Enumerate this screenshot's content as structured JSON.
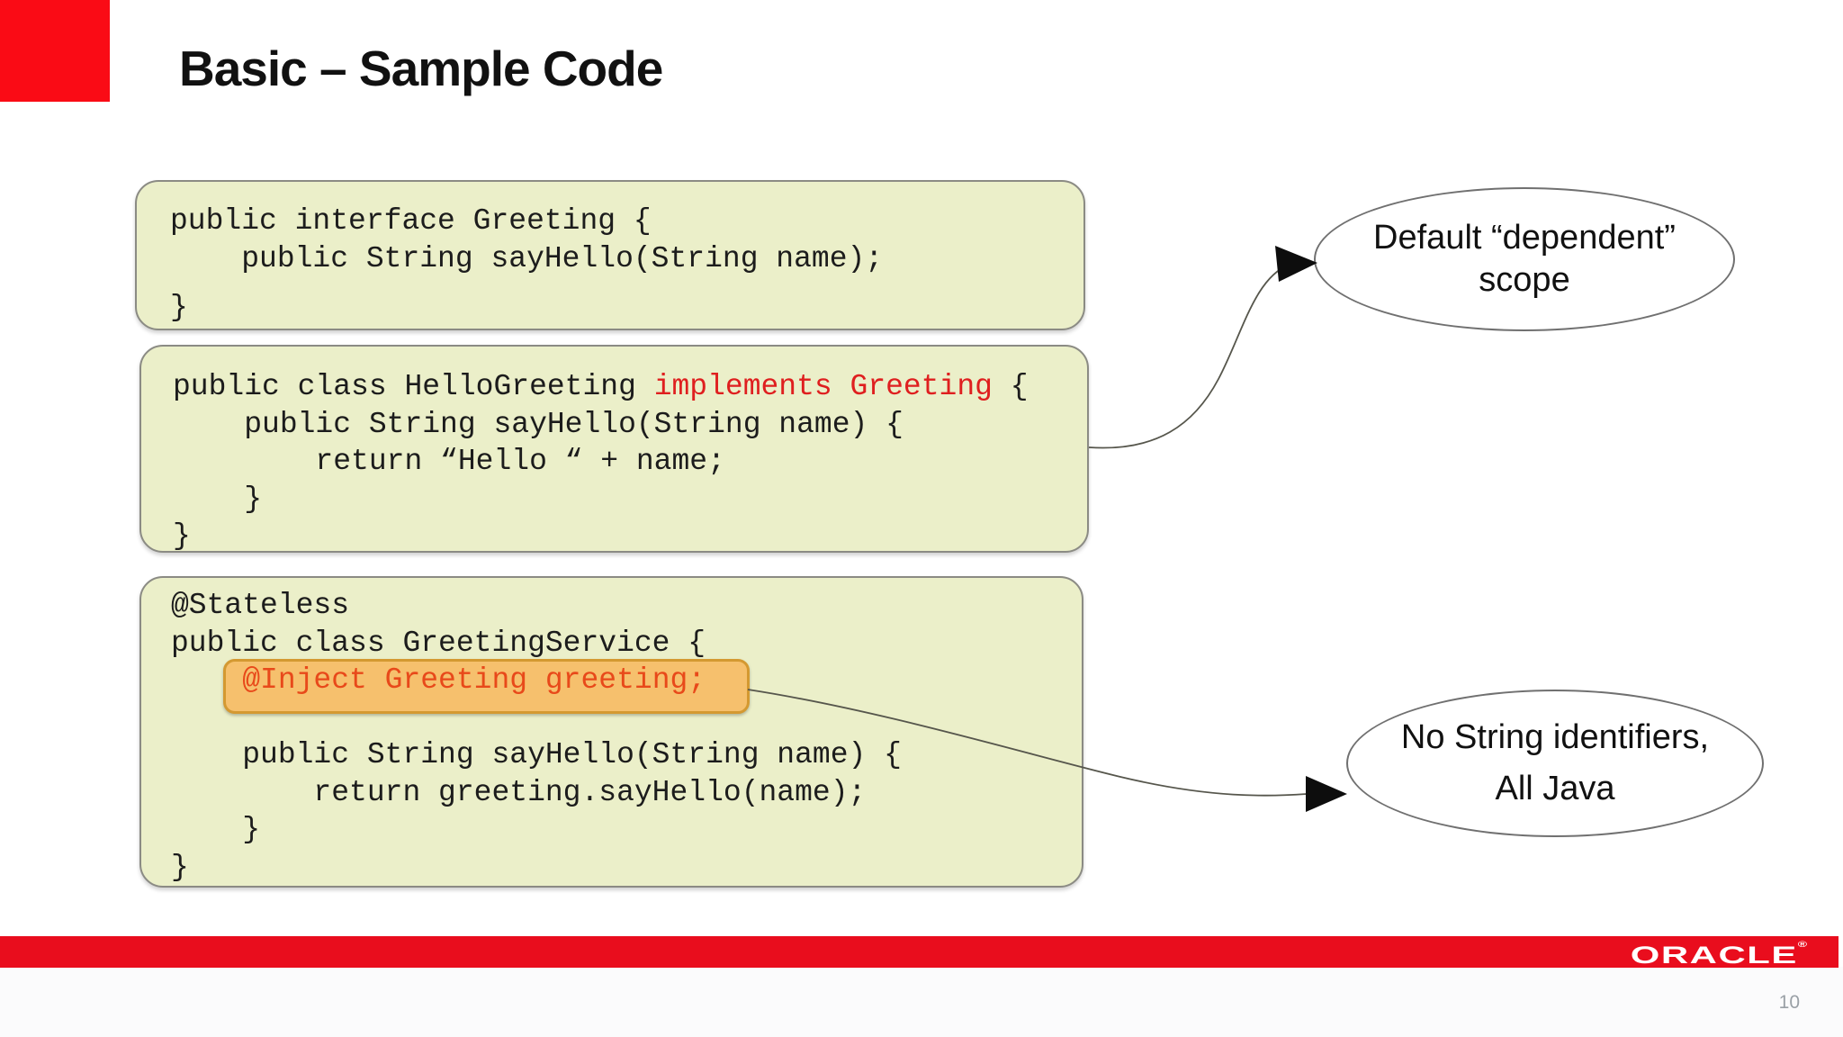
{
  "slide": {
    "title": "Basic – Sample Code",
    "page_number": "10",
    "brand": {
      "logo_text": "ORACLE",
      "registered_mark": "®"
    },
    "colors": {
      "corner_square_red": "#fa0b15",
      "footer_bar_red": "#e90d1d",
      "code_box_bg": "#ebefc9",
      "code_box_border": "#8b8b84",
      "keyword_red": "#df1f1f",
      "inject_text_orange": "#e8491a",
      "highlight_bg": "#f6c06d",
      "highlight_border": "#d49931",
      "connector_gray": "#56564c",
      "page_number_gray": "#9aa0a6"
    }
  },
  "code_blocks": [
    {
      "name": "greeting-interface",
      "lines": [
        {
          "segs": [
            {
              "t": "public interface Greeting {"
            }
          ]
        },
        {
          "segs": [
            {
              "t": "    public String sayHello(String name);"
            }
          ]
        },
        {
          "gap": true,
          "segs": [
            {
              "t": "}"
            }
          ]
        }
      ]
    },
    {
      "name": "hello-greeting-class",
      "lines": [
        {
          "segs": [
            {
              "t": "public class HelloGreeting "
            },
            {
              "t": "implements Greeting",
              "c": "k"
            },
            {
              "t": " {"
            }
          ]
        },
        {
          "segs": [
            {
              "t": "    public String sayHello(String name) {"
            }
          ]
        },
        {
          "segs": [
            {
              "t": "        return “Hello “ + name;"
            }
          ]
        },
        {
          "segs": [
            {
              "t": "    }"
            }
          ]
        },
        {
          "segs": [
            {
              "t": "}"
            }
          ]
        }
      ]
    },
    {
      "name": "greeting-service-class",
      "lines": [
        {
          "segs": [
            {
              "t": "@Stateless"
            }
          ]
        },
        {
          "segs": [
            {
              "t": "public class GreetingService {"
            }
          ]
        },
        {
          "segs": [
            {
              "t": "    "
            },
            {
              "t": "@Inject Greeting greeting;",
              "c": "i"
            }
          ]
        },
        {
          "segs": [
            {
              "t": ""
            }
          ]
        },
        {
          "segs": [
            {
              "t": "    public String sayHello(String name) {"
            }
          ]
        },
        {
          "segs": [
            {
              "t": "        return greeting.sayHello(name);"
            }
          ]
        },
        {
          "segs": [
            {
              "t": "    }"
            }
          ]
        },
        {
          "segs": [
            {
              "t": "}"
            }
          ]
        }
      ]
    }
  ],
  "callouts": [
    {
      "name": "dependent-scope",
      "lines": [
        "Default “dependent”",
        "scope"
      ]
    },
    {
      "name": "no-string-identifiers",
      "lines": [
        "No String identifiers,",
        "All Java"
      ]
    }
  ]
}
